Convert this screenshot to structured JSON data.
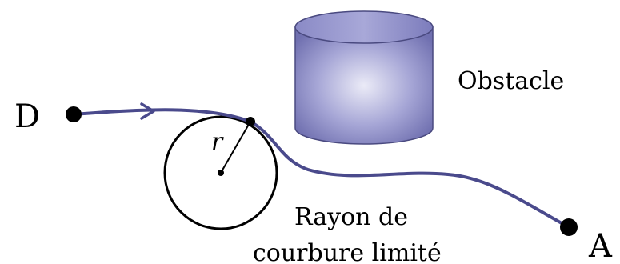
{
  "labels": {
    "start": "D",
    "end": "A",
    "obstacle": "Obstacle",
    "radius": "r",
    "curvature_line1": "Rayon de",
    "curvature_line2": "courbure limité"
  },
  "colors": {
    "path": "#4a4a8c",
    "obstacle_light": "#ebebf7",
    "obstacle_mid": "#9a9ad0",
    "obstacle_dark": "#6f6fb0",
    "obstacle_stroke": "#4a4a80",
    "points": "#000000"
  }
}
